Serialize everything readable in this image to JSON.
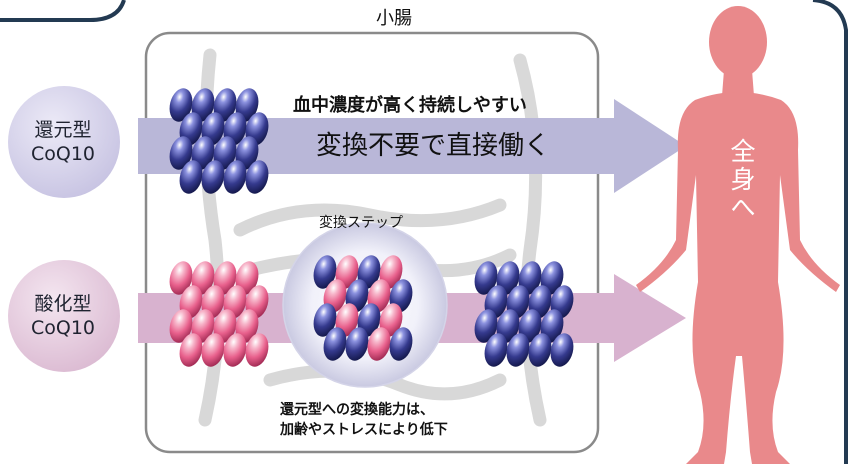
{
  "labels": {
    "intestine": "小腸",
    "reduced_tagline": "血中濃度が高く持続しやすい",
    "direct_action": "変換不要で直接働く",
    "conversion_step": "変換ステップ",
    "caption_line1": "還元型への変換能力は、",
    "caption_line2": "加齢やストレスにより低下",
    "reduced_badge": [
      "還元型",
      "CoQ10"
    ],
    "oxidized_badge": [
      "酸化型",
      "CoQ10"
    ],
    "whole_body": [
      "全",
      "身",
      "へ"
    ]
  },
  "colors": {
    "reduced_molecule": "#353a8e",
    "oxidized_molecule": "#e8608c",
    "reduced_arrow": "#b9b7d8",
    "oxidized_arrow": "#d8b2cf",
    "reduced_badge": "#d4d1e9",
    "oxidized_badge": "#e6cde0",
    "body": "#e9898b",
    "frame_border": "#233a52"
  }
}
